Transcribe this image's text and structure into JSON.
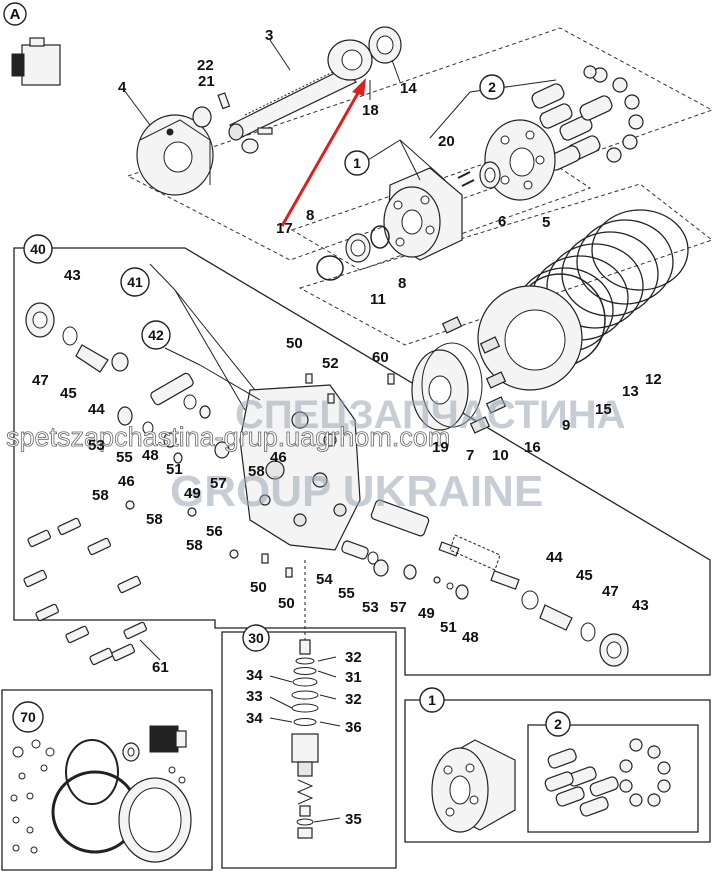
{
  "diagram": {
    "section_a_label": "A",
    "watermark_brand_line1": "СПЕЦЗАПЧАСТИНА",
    "watermark_brand_line2": "GROUP UKRAINE",
    "watermark_url": "spetszapchastina-grup.uagrhom.com",
    "circled_callouts": [
      {
        "id": "c2",
        "text": "2"
      },
      {
        "id": "c1",
        "text": "1"
      },
      {
        "id": "c40",
        "text": "40"
      },
      {
        "id": "c41",
        "text": "41"
      },
      {
        "id": "c42",
        "text": "42"
      },
      {
        "id": "c30",
        "text": "30"
      },
      {
        "id": "c70",
        "text": "70"
      },
      {
        "id": "c1b",
        "text": "1"
      },
      {
        "id": "c2b",
        "text": "2"
      }
    ],
    "part_numbers": [
      {
        "id": "p3",
        "text": "3"
      },
      {
        "id": "p4",
        "text": "4"
      },
      {
        "id": "p21",
        "text": "21"
      },
      {
        "id": "p22",
        "text": "22"
      },
      {
        "id": "p18",
        "text": "18"
      },
      {
        "id": "p14",
        "text": "14"
      },
      {
        "id": "p20",
        "text": "20"
      },
      {
        "id": "p6",
        "text": "6"
      },
      {
        "id": "p5",
        "text": "5"
      },
      {
        "id": "p17",
        "text": "17"
      },
      {
        "id": "p8a",
        "text": "8"
      },
      {
        "id": "p8b",
        "text": "8"
      },
      {
        "id": "p11",
        "text": "11"
      },
      {
        "id": "p43a",
        "text": "43"
      },
      {
        "id": "p47a",
        "text": "47"
      },
      {
        "id": "p45a",
        "text": "45"
      },
      {
        "id": "p44a",
        "text": "44"
      },
      {
        "id": "p53a",
        "text": "53"
      },
      {
        "id": "p55a",
        "text": "55"
      },
      {
        "id": "p48a",
        "text": "48"
      },
      {
        "id": "p51a",
        "text": "51"
      },
      {
        "id": "p49a",
        "text": "49"
      },
      {
        "id": "p57a",
        "text": "57"
      },
      {
        "id": "p58a",
        "text": "58"
      },
      {
        "id": "p58b",
        "text": "58"
      },
      {
        "id": "p58c",
        "text": "58"
      },
      {
        "id": "p58d",
        "text": "58"
      },
      {
        "id": "p46a",
        "text": "46"
      },
      {
        "id": "p46b",
        "text": "46"
      },
      {
        "id": "p50a",
        "text": "50"
      },
      {
        "id": "p52",
        "text": "52"
      },
      {
        "id": "p60",
        "text": "60"
      },
      {
        "id": "p19",
        "text": "19"
      },
      {
        "id": "p7",
        "text": "7"
      },
      {
        "id": "p10",
        "text": "10"
      },
      {
        "id": "p16",
        "text": "16"
      },
      {
        "id": "p9",
        "text": "9"
      },
      {
        "id": "p15",
        "text": "15"
      },
      {
        "id": "p13",
        "text": "13"
      },
      {
        "id": "p12",
        "text": "12"
      },
      {
        "id": "p56",
        "text": "56"
      },
      {
        "id": "p50b",
        "text": "50"
      },
      {
        "id": "p50c",
        "text": "50"
      },
      {
        "id": "p54",
        "text": "54"
      },
      {
        "id": "p55b",
        "text": "55"
      },
      {
        "id": "p53b",
        "text": "53"
      },
      {
        "id": "p57b",
        "text": "57"
      },
      {
        "id": "p49b",
        "text": "49"
      },
      {
        "id": "p51b",
        "text": "51"
      },
      {
        "id": "p48b",
        "text": "48"
      },
      {
        "id": "p44b",
        "text": "44"
      },
      {
        "id": "p45b",
        "text": "45"
      },
      {
        "id": "p47b",
        "text": "47"
      },
      {
        "id": "p43b",
        "text": "43"
      },
      {
        "id": "p61",
        "text": "61"
      },
      {
        "id": "p32a",
        "text": "32"
      },
      {
        "id": "p31",
        "text": "31"
      },
      {
        "id": "p32b",
        "text": "32"
      },
      {
        "id": "p34a",
        "text": "34"
      },
      {
        "id": "p33",
        "text": "33"
      },
      {
        "id": "p34b",
        "text": "34"
      },
      {
        "id": "p36",
        "text": "36"
      },
      {
        "id": "p35",
        "text": "35"
      }
    ],
    "colors": {
      "ink": "#222222",
      "pointer_arrow": "#d9221c",
      "watermark": "#9aa6b4"
    }
  }
}
